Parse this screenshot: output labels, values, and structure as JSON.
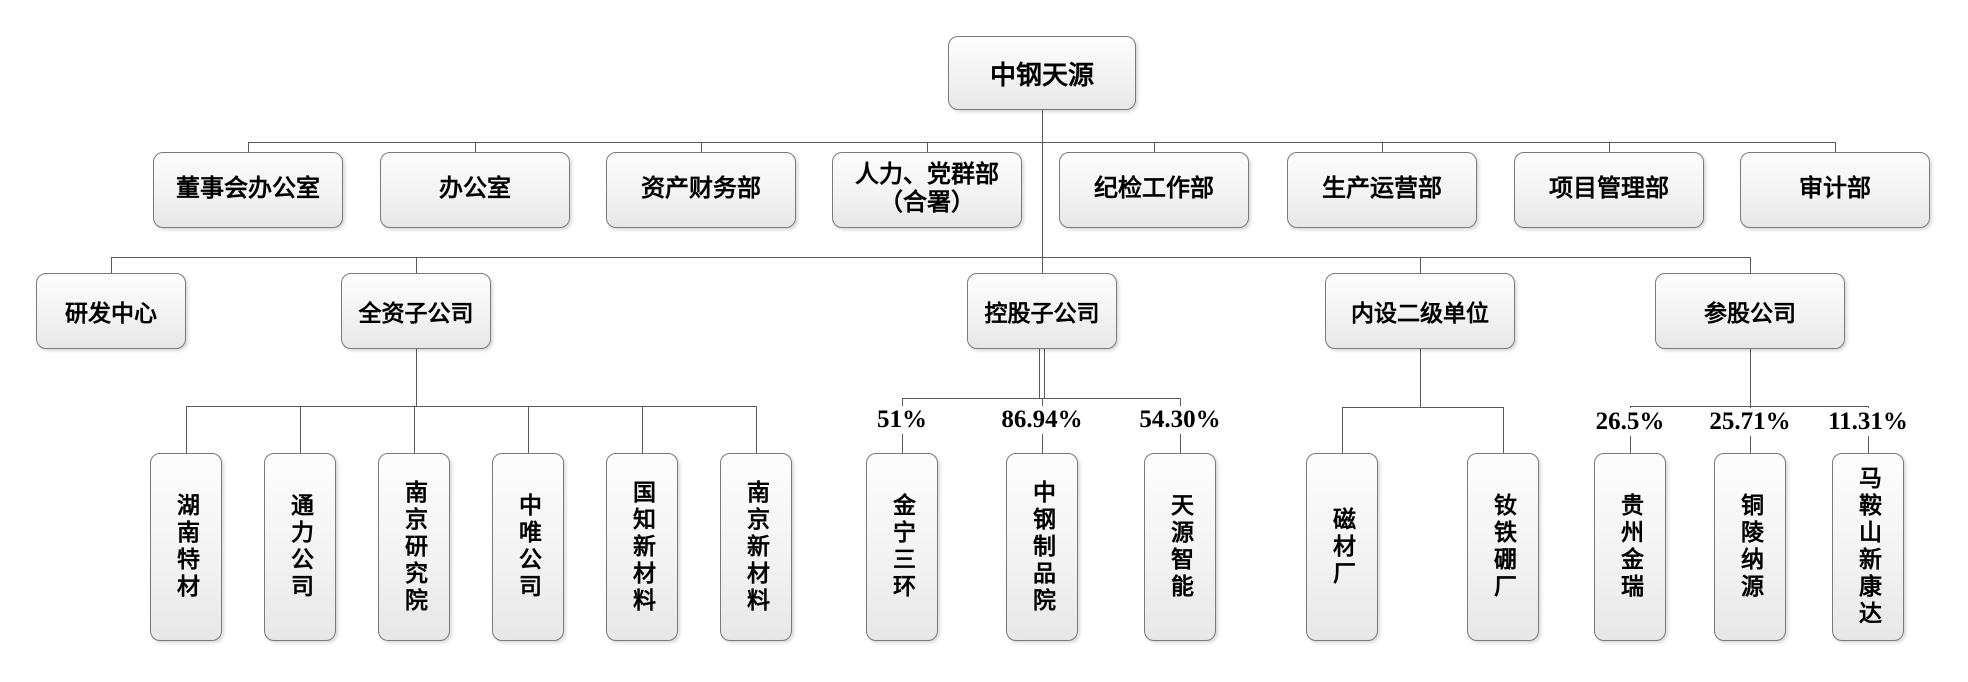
{
  "root": {
    "label": "中钢天源"
  },
  "departments": [
    {
      "label": "董事会办公室"
    },
    {
      "label": "办公室"
    },
    {
      "label": "资产财务部"
    },
    {
      "label": "人力、党群部\n（合署）"
    },
    {
      "label": "纪检工作部"
    },
    {
      "label": "生产运营部"
    },
    {
      "label": "项目管理部"
    },
    {
      "label": "审计部"
    }
  ],
  "categories": [
    {
      "label": "研发中心",
      "children": []
    },
    {
      "label": "全资子公司",
      "children": [
        {
          "label": "湖南特材"
        },
        {
          "label": "通力公司"
        },
        {
          "label": "南京研究院"
        },
        {
          "label": "中唯公司"
        },
        {
          "label": "国知新材料"
        },
        {
          "label": "南京新材料"
        }
      ]
    },
    {
      "label": "控股子公司",
      "children": [
        {
          "label": "金宁三环",
          "ownership": "51%"
        },
        {
          "label": "中钢制品院",
          "ownership": "86.94%"
        },
        {
          "label": "天源智能",
          "ownership": "54.30%"
        }
      ]
    },
    {
      "label": "内设二级单位",
      "children": [
        {
          "label": "磁材厂"
        },
        {
          "label": "钕铁硼厂"
        }
      ]
    },
    {
      "label": "参股公司",
      "children": [
        {
          "label": "贵州金瑞",
          "ownership": "26.5%"
        },
        {
          "label": "铜陵纳源",
          "ownership": "25.71%"
        },
        {
          "label": "马鞍山新康达",
          "ownership": "11.31%"
        }
      ]
    }
  ],
  "colors": {
    "background": "#ffffff",
    "box_border": "#7a7a7a",
    "box_fill_top": "#fdfdfd",
    "box_fill_bottom": "#e7e7e7",
    "connector": "#5a5a5a",
    "text": "#000000"
  }
}
